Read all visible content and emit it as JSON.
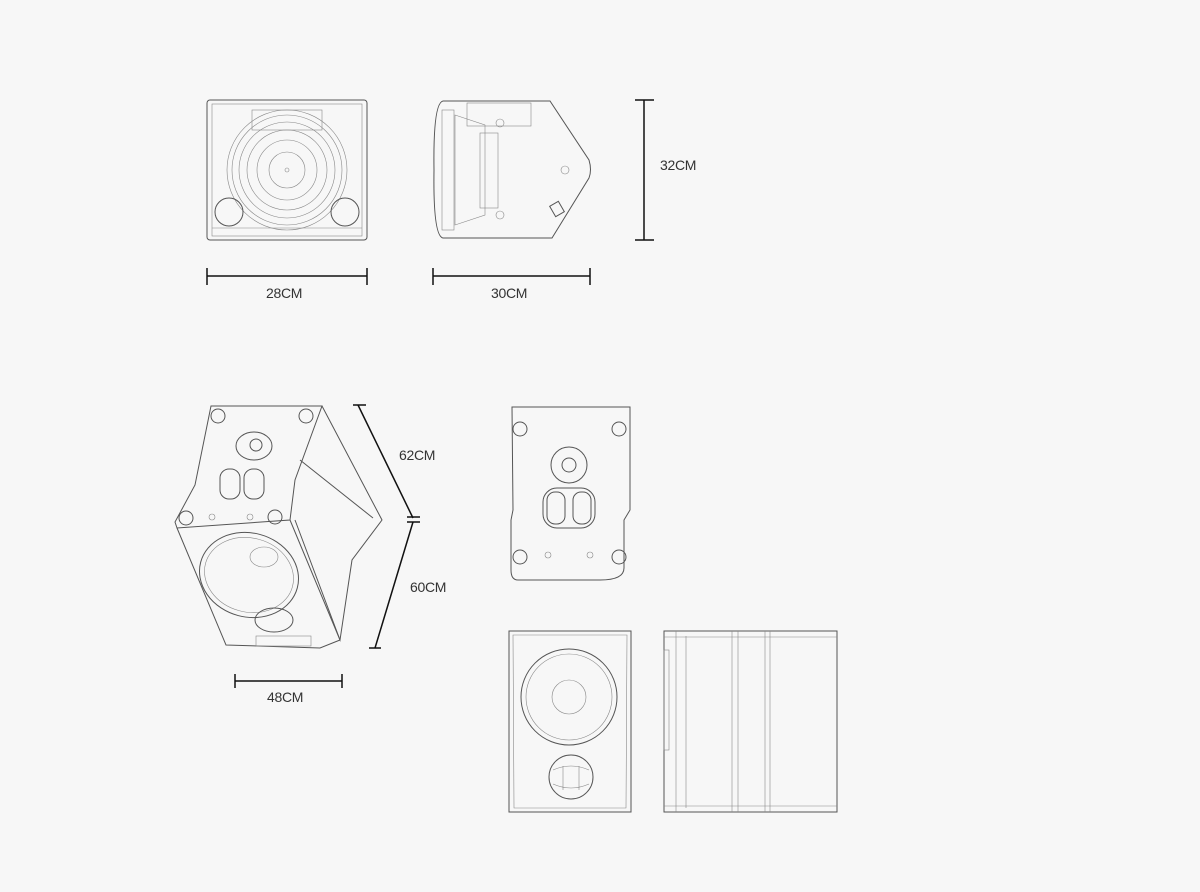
{
  "dimensions": {
    "small_width": "28CM",
    "small_depth": "30CM",
    "small_height": "32CM",
    "large_height_upper": "62CM",
    "large_height_lower": "60CM",
    "large_width": "48CM"
  },
  "colors": {
    "background": "#f7f7f7",
    "line": "#555555",
    "dimension": "#111111"
  }
}
